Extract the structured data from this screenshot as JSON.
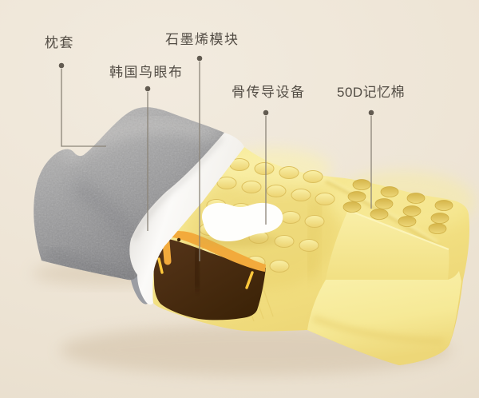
{
  "diagram": {
    "labels": [
      {
        "id": "pillowcase",
        "text": "枕套"
      },
      {
        "id": "korean-birdseye-fabric",
        "text": "韩国鸟眼布"
      },
      {
        "id": "graphene-module",
        "text": "石墨烯模块"
      },
      {
        "id": "bone-conduction-device",
        "text": "骨传导设备"
      },
      {
        "id": "memory-foam-50d",
        "text": "50D记忆棉"
      }
    ],
    "colors": {
      "background": "#EEE6D7",
      "label_text": "#534D45",
      "leader_line": "#8B8478",
      "leader_dot": "#625B51",
      "cover_gray": "#9C9C9E",
      "liner_white": "#FAF9F7",
      "foam_yellow": "#F4E287",
      "foam_shadow": "#DDBE54",
      "graphene_brown": "#472A0F",
      "amber_trim": "#F2AA3C",
      "dash_yellow": "#FFC83C",
      "device_white": "#FEFEFC"
    }
  }
}
